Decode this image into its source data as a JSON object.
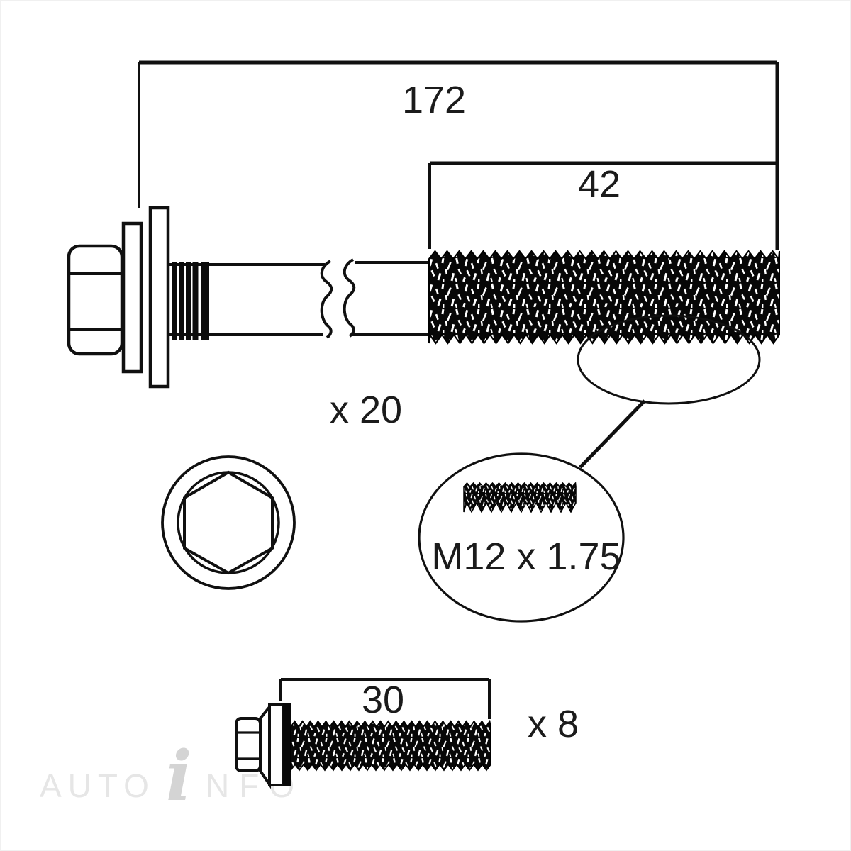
{
  "main_bolt": {
    "overall_length_label": "172",
    "thread_length_label": "42",
    "quantity_label": "x 20",
    "thread_spec_label": "M12 x 1.75"
  },
  "small_bolt": {
    "thread_length_label": "30",
    "quantity_label": "x 8"
  },
  "watermark": {
    "part1": "AUTO",
    "part2": "i",
    "part3": "NFO",
    "base_color": "#e6e6e6",
    "i_color": "#d4d4d4"
  },
  "colors": {
    "ink": "#101010",
    "text": "#1b1b1b",
    "background": "#ffffff"
  }
}
